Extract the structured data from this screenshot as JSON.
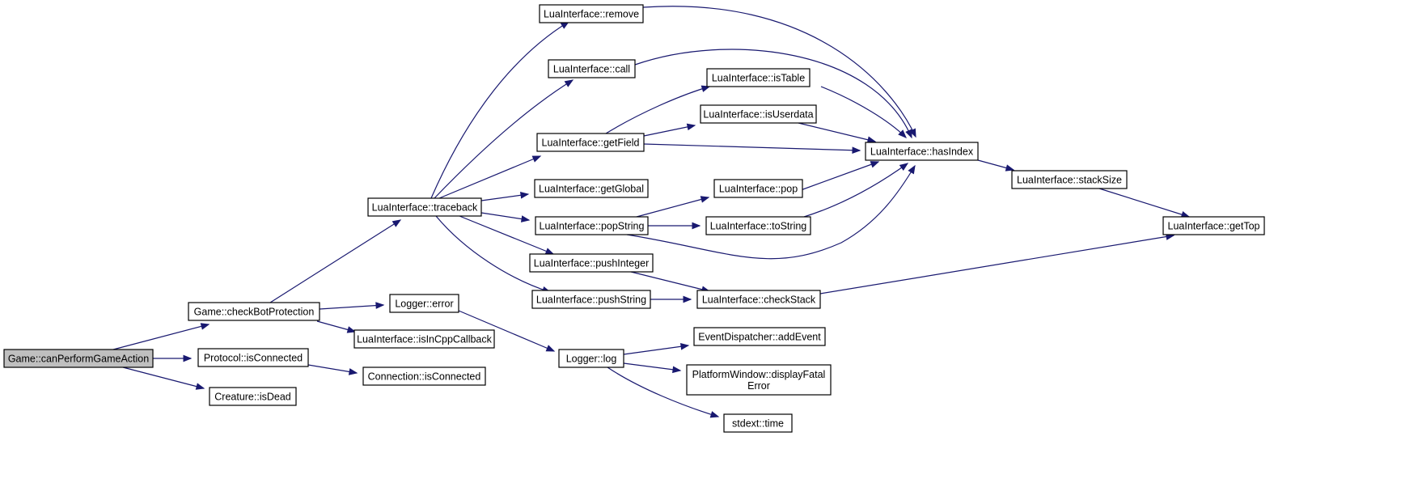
{
  "graph": {
    "root_node_id": "n0",
    "colors": {
      "edge": "#191970",
      "node_border": "#000000",
      "root_fill": "#bfbfbf",
      "node_fill": "#ffffff",
      "background": "#ffffff"
    },
    "nodes": [
      {
        "id": "n0",
        "lines": [
          "Game::canPerformGameAction"
        ]
      },
      {
        "id": "n1",
        "lines": [
          "Game::checkBotProtection"
        ]
      },
      {
        "id": "n2",
        "lines": [
          "Protocol::isConnected"
        ]
      },
      {
        "id": "n3",
        "lines": [
          "Creature::isDead"
        ]
      },
      {
        "id": "n4",
        "lines": [
          "LuaInterface::traceback"
        ]
      },
      {
        "id": "n5",
        "lines": [
          "Logger::error"
        ]
      },
      {
        "id": "n6",
        "lines": [
          "LuaInterface::isInCppCallback"
        ]
      },
      {
        "id": "n7",
        "lines": [
          "Connection::isConnected"
        ]
      },
      {
        "id": "n8",
        "lines": [
          "LuaInterface::remove"
        ]
      },
      {
        "id": "n9",
        "lines": [
          "LuaInterface::call"
        ]
      },
      {
        "id": "n10",
        "lines": [
          "LuaInterface::getField"
        ]
      },
      {
        "id": "n11",
        "lines": [
          "LuaInterface::getGlobal"
        ]
      },
      {
        "id": "n12",
        "lines": [
          "LuaInterface::popString"
        ]
      },
      {
        "id": "n13",
        "lines": [
          "LuaInterface::pushInteger"
        ]
      },
      {
        "id": "n14",
        "lines": [
          "LuaInterface::pushString"
        ]
      },
      {
        "id": "n15",
        "lines": [
          "Logger::log"
        ]
      },
      {
        "id": "n16",
        "lines": [
          "LuaInterface::isTable"
        ]
      },
      {
        "id": "n17",
        "lines": [
          "LuaInterface::isUserdata"
        ]
      },
      {
        "id": "n18",
        "lines": [
          "LuaInterface::pop"
        ]
      },
      {
        "id": "n19",
        "lines": [
          "LuaInterface::toString"
        ]
      },
      {
        "id": "n20",
        "lines": [
          "LuaInterface::checkStack"
        ]
      },
      {
        "id": "n21",
        "lines": [
          "EventDispatcher::addEvent"
        ]
      },
      {
        "id": "n22",
        "lines": [
          "PlatformWindow::displayFatal",
          "Error"
        ]
      },
      {
        "id": "n23",
        "lines": [
          "stdext::time"
        ]
      },
      {
        "id": "n24",
        "lines": [
          "LuaInterface::hasIndex"
        ]
      },
      {
        "id": "n25",
        "lines": [
          "LuaInterface::stackSize"
        ]
      },
      {
        "id": "n26",
        "lines": [
          "LuaInterface::getTop"
        ]
      }
    ],
    "edges": [
      {
        "from": "n0",
        "to": "n1"
      },
      {
        "from": "n0",
        "to": "n2"
      },
      {
        "from": "n0",
        "to": "n3"
      },
      {
        "from": "n1",
        "to": "n4"
      },
      {
        "from": "n1",
        "to": "n5"
      },
      {
        "from": "n1",
        "to": "n6"
      },
      {
        "from": "n2",
        "to": "n7"
      },
      {
        "from": "n4",
        "to": "n8"
      },
      {
        "from": "n4",
        "to": "n9"
      },
      {
        "from": "n4",
        "to": "n10"
      },
      {
        "from": "n4",
        "to": "n11"
      },
      {
        "from": "n4",
        "to": "n12"
      },
      {
        "from": "n4",
        "to": "n13"
      },
      {
        "from": "n4",
        "to": "n14"
      },
      {
        "from": "n5",
        "to": "n15"
      },
      {
        "from": "n8",
        "to": "n24"
      },
      {
        "from": "n9",
        "to": "n24"
      },
      {
        "from": "n10",
        "to": "n16"
      },
      {
        "from": "n10",
        "to": "n17"
      },
      {
        "from": "n10",
        "to": "n24"
      },
      {
        "from": "n12",
        "to": "n18"
      },
      {
        "from": "n12",
        "to": "n19"
      },
      {
        "from": "n12",
        "to": "n24"
      },
      {
        "from": "n13",
        "to": "n20"
      },
      {
        "from": "n14",
        "to": "n20"
      },
      {
        "from": "n15",
        "to": "n21"
      },
      {
        "from": "n15",
        "to": "n22"
      },
      {
        "from": "n15",
        "to": "n23"
      },
      {
        "from": "n16",
        "to": "n24"
      },
      {
        "from": "n17",
        "to": "n24"
      },
      {
        "from": "n18",
        "to": "n24"
      },
      {
        "from": "n19",
        "to": "n24"
      },
      {
        "from": "n20",
        "to": "n26"
      },
      {
        "from": "n24",
        "to": "n25"
      },
      {
        "from": "n25",
        "to": "n26"
      }
    ]
  }
}
